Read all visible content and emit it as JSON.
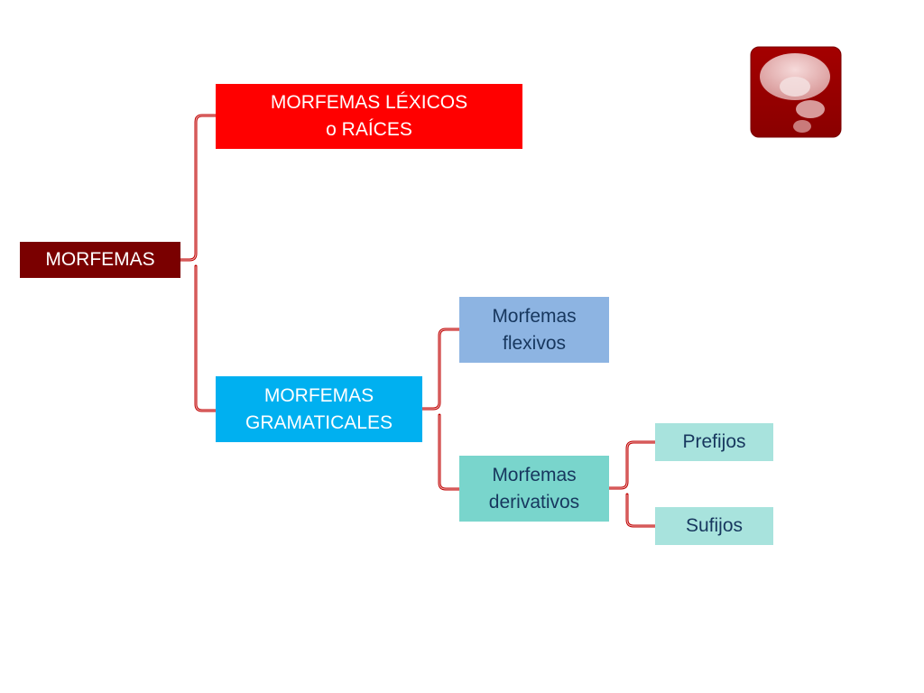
{
  "diagram": {
    "root": {
      "label": "MORFEMAS"
    },
    "lexicos": {
      "line1": "MORFEMAS LÉXICOS",
      "line2": "o RAÍCES"
    },
    "gramaticales": {
      "line1": "MORFEMAS",
      "line2": "GRAMATICALES"
    },
    "flexivos": {
      "line1": "Morfemas",
      "line2": "flexivos"
    },
    "derivativos": {
      "line1": "Morfemas",
      "line2": "derivativos"
    },
    "prefijos": {
      "label": "Prefijos"
    },
    "sufijos": {
      "label": "Sufijos"
    }
  },
  "colors": {
    "connector": "#c00000",
    "root_box": "#7a0000",
    "lexicos_box": "#ff0000",
    "gramaticales_box": "#00b0f0",
    "flexivos_box": "#8db4e2",
    "derivativos_box": "#79d5cc",
    "leaf_box": "#a8e3dd",
    "icon_bg": "#9b0000"
  },
  "icon": {
    "name": "thought-bubble-icon"
  }
}
